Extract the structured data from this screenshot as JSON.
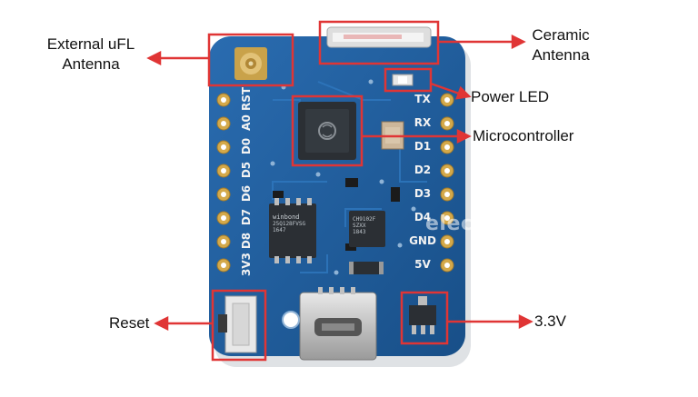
{
  "labels": {
    "external_antenna": [
      "External uFL",
      "Antenna"
    ],
    "ceramic_antenna": [
      "Ceramic",
      "Antenna"
    ],
    "power_led": "Power LED",
    "microcontroller": "Microcontroller",
    "reset": "Reset",
    "regulator": "3.3V"
  },
  "pins_left": [
    "RST",
    "A0",
    "D0",
    "D5",
    "D6",
    "D7",
    "D8",
    "3V3"
  ],
  "pins_right": [
    "TX",
    "RX",
    "D1",
    "D2",
    "D3",
    "D4",
    "GND",
    "5V"
  ],
  "chips": {
    "flash_brand": "winbond",
    "flash_part": "25Q128FVSG",
    "flash_code": "1647",
    "usb_chip_lines": [
      "CH9102F",
      "SZXX",
      "1843"
    ]
  },
  "watermark": "electronicsmith.com",
  "colors": {
    "board": "#1f5e9e",
    "callout": "#e03535",
    "pin_gold": "#d4a94a"
  }
}
